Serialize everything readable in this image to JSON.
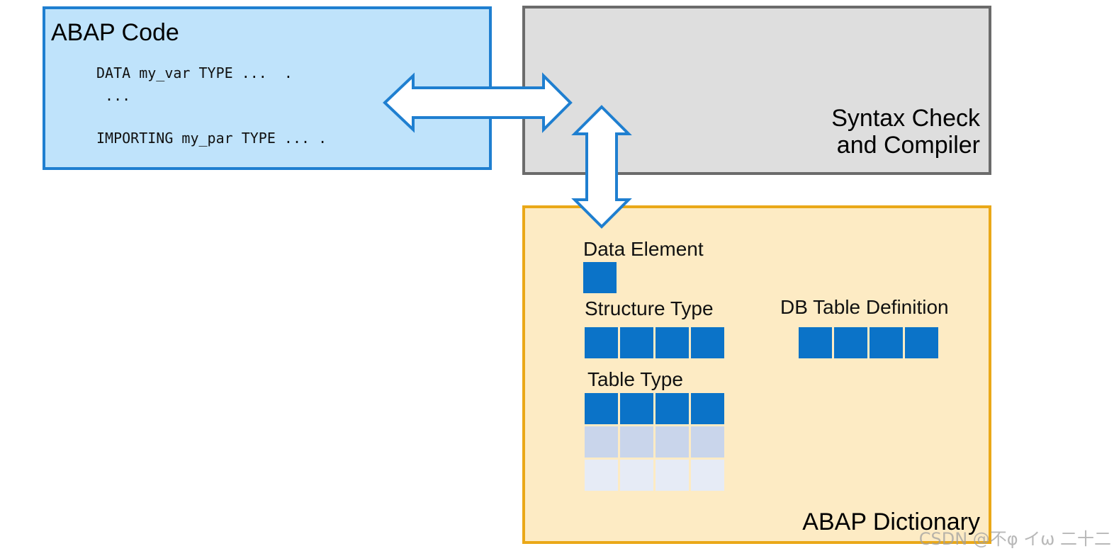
{
  "abap_code": {
    "title": "ABAP Code",
    "lines": [
      "DATA my_var TYPE ...  .",
      " ...",
      "IMPORTING my_par TYPE ... ."
    ]
  },
  "compiler": {
    "title": "Syntax Check\nand Compiler"
  },
  "dictionary": {
    "title": "ABAP Dictionary",
    "items": {
      "data_element": "Data Element",
      "structure_type": "Structure Type",
      "table_type": "Table Type",
      "db_table_definition": "DB Table Definition"
    }
  },
  "watermark": "CSDN @不φ イω  二十二",
  "colors": {
    "code_box_fill": "#bfe3fb",
    "code_box_border": "#1f7fd0",
    "compiler_box_fill": "#dedede",
    "compiler_box_border": "#6b6b6b",
    "dictionary_box_fill": "#fdebc4",
    "dictionary_box_border": "#eaa818",
    "cell_dark": "#0b73c8",
    "cell_mid": "#c9d5eb",
    "cell_light": "#e6ebf6",
    "arrow_stroke": "#1f7fd0"
  },
  "connections": [
    {
      "from": "abap_code",
      "to": "compiler",
      "type": "bidirectional-arrow"
    },
    {
      "from": "compiler",
      "to": "dictionary",
      "type": "bidirectional-arrow"
    }
  ]
}
